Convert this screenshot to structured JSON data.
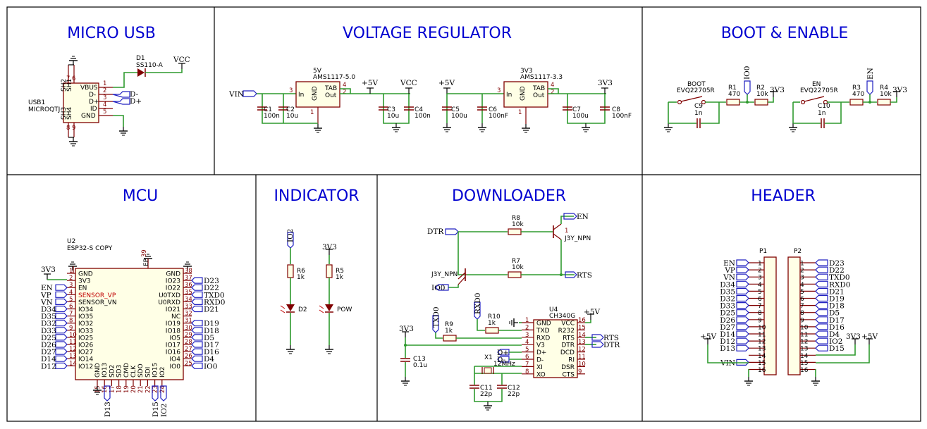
{
  "titles": {
    "micro_usb": "MICRO USB",
    "voltage_regulator": "VOLTAGE REGULATOR",
    "boot_enable": "BOOT & ENABLE",
    "mcu": "MCU",
    "indicator": "INDICATOR",
    "downloader": "DOWNLOADER",
    "header": "HEADER"
  },
  "usb": {
    "ref": "USB1",
    "part": "MICROQTJ",
    "pins": [
      "VBUS",
      "D-",
      "D+",
      "ID",
      "GND"
    ],
    "shield": [
      "SH2",
      "SH1",
      "SH3",
      "SH4"
    ],
    "diode_ref": "D1",
    "diode_part": "SS110-A",
    "vcc": "VCC",
    "dminus": "D-",
    "dplus": "D+"
  },
  "regulator": {
    "vin": "VIN",
    "u5v_val": "5V",
    "u5v_part": "AMS1117-5.0",
    "u3v3_val": "3V3",
    "u3v3_part": "AMS1117-3.3",
    "pin_in": "In",
    "pin_gnd": "GND",
    "pin_tab": "TAB",
    "pin_out": "Out",
    "caps": [
      {
        "ref": "C1",
        "val": "100n"
      },
      {
        "ref": "C2",
        "val": "10u"
      },
      {
        "ref": "C3",
        "val": "10u"
      },
      {
        "ref": "C4",
        "val": "100n"
      },
      {
        "ref": "C5",
        "val": "100u"
      },
      {
        "ref": "C6",
        "val": "100nF"
      },
      {
        "ref": "C7",
        "val": "100u"
      },
      {
        "ref": "C8",
        "val": "100nF"
      }
    ],
    "p5v": "+5V",
    "vcc": "VCC",
    "p3v3": "3V3"
  },
  "boot_enable": {
    "boot_label": "BOOT",
    "boot_part": "EVQ22705R",
    "en_label": "EN",
    "en_part": "EVQ22705R",
    "r1": "R1",
    "r1v": "470",
    "r2": "R2",
    "r2v": "10k",
    "r3": "R3",
    "r3v": "470",
    "r4": "R4",
    "r4v": "10k",
    "c9": "C9",
    "c9v": "1n",
    "c10": "C10",
    "c10v": "1n",
    "io0": "IO0",
    "en": "EN",
    "p3v3": "3V3"
  },
  "mcu": {
    "ref": "U2",
    "part": "ESP32-S COPY",
    "ep": "EP",
    "ep_num": "39",
    "p3v3": "3V3",
    "left_pins": [
      {
        "n": "1",
        "name": "GND",
        "net": ""
      },
      {
        "n": "2",
        "name": "3V3",
        "net": ""
      },
      {
        "n": "3",
        "name": "EN",
        "net": "EN"
      },
      {
        "n": "4",
        "name": "SENSOR_VP",
        "net": "VP"
      },
      {
        "n": "5",
        "name": "SENSOR_VN",
        "net": "VN"
      },
      {
        "n": "6",
        "name": "IO34",
        "net": "D34"
      },
      {
        "n": "7",
        "name": "IO35",
        "net": "D35"
      },
      {
        "n": "8",
        "name": "IO32",
        "net": "D32"
      },
      {
        "n": "9",
        "name": "IO33",
        "net": "D33"
      },
      {
        "n": "10",
        "name": "IO25",
        "net": "D25"
      },
      {
        "n": "11",
        "name": "IO26",
        "net": "D26"
      },
      {
        "n": "12",
        "name": "IO27",
        "net": "D27"
      },
      {
        "n": "13",
        "name": "IO14",
        "net": "D14"
      },
      {
        "n": "14",
        "name": "IO12",
        "net": "D12"
      }
    ],
    "right_pins": [
      {
        "n": "38",
        "name": "GND",
        "net": ""
      },
      {
        "n": "37",
        "name": "IO23",
        "net": "D23"
      },
      {
        "n": "36",
        "name": "IO22",
        "net": "D22"
      },
      {
        "n": "35",
        "name": "U0TXD",
        "net": "TXD0"
      },
      {
        "n": "34",
        "name": "U0RXD",
        "net": "RXD0"
      },
      {
        "n": "33",
        "name": "IO21",
        "net": "D21"
      },
      {
        "n": "32",
        "name": "NC",
        "net": ""
      },
      {
        "n": "31",
        "name": "IO19",
        "net": "D19"
      },
      {
        "n": "30",
        "name": "IO18",
        "net": "D18"
      },
      {
        "n": "29",
        "name": "IO5",
        "net": "D5"
      },
      {
        "n": "28",
        "name": "IO17",
        "net": "D17"
      },
      {
        "n": "27",
        "name": "IO16",
        "net": "D16"
      },
      {
        "n": "26",
        "name": "IO4",
        "net": "D4"
      },
      {
        "n": "25",
        "name": "IO0",
        "net": "IO0"
      }
    ],
    "bottom_pins": [
      {
        "n": "15",
        "name": "GND"
      },
      {
        "n": "16",
        "name": "IO13"
      },
      {
        "n": "17",
        "name": "SD2"
      },
      {
        "n": "18",
        "name": "SD3"
      },
      {
        "n": "19",
        "name": "CMD"
      },
      {
        "n": "20",
        "name": "CLK"
      },
      {
        "n": "21",
        "name": "SDO"
      },
      {
        "n": "22",
        "name": "SDI"
      },
      {
        "n": "23",
        "name": "IO15"
      },
      {
        "n": "24",
        "name": "IO2"
      }
    ],
    "bottom_nets": [
      "D13",
      "D15",
      "IO2"
    ]
  },
  "indicator": {
    "io2": "IO2",
    "p3v3": "3V3",
    "r6": "R6",
    "r6v": "1k",
    "r5": "R5",
    "r5v": "1k",
    "d2": "D2",
    "pow": "POW"
  },
  "downloader": {
    "dtr": "DTR",
    "en": "EN",
    "rts": "RTS",
    "io0": "IO0",
    "r8": "R8",
    "r8v": "10k",
    "r7": "R7",
    "r7v": "10k",
    "q1_part": "J3Y_NPN",
    "q2_part": "J3Y_NPN",
    "q_pin": "1",
    "txd0": "TXD0",
    "rxd0": "RXD0",
    "r9": "R9",
    "r9v": "1k",
    "r10": "R10",
    "r10v": "1k",
    "p3v3": "3V3",
    "p5v": "+5V",
    "c13": "C13",
    "c13v": "0.1u",
    "x1": "X1",
    "x1v": "12MHz",
    "c11": "C11",
    "c11v": "22p",
    "c12": "C12",
    "c12v": "22p",
    "u4_ref": "U4",
    "u4_part": "CH340G",
    "u4_left": [
      {
        "n": "1",
        "name": "GND"
      },
      {
        "n": "2",
        "name": "TXD"
      },
      {
        "n": "3",
        "name": "RXD"
      },
      {
        "n": "4",
        "name": "V3"
      },
      {
        "n": "5",
        "name": "D+"
      },
      {
        "n": "6",
        "name": "D-"
      },
      {
        "n": "7",
        "name": "XI"
      },
      {
        "n": "8",
        "name": "XO"
      }
    ],
    "u4_right": [
      {
        "n": "16",
        "name": "VCC"
      },
      {
        "n": "15",
        "name": "R232"
      },
      {
        "n": "14",
        "name": "RTS"
      },
      {
        "n": "13",
        "name": "DTR"
      },
      {
        "n": "12",
        "name": "DCD"
      },
      {
        "n": "11",
        "name": "RI"
      },
      {
        "n": "10",
        "name": "DSR"
      },
      {
        "n": "9",
        "name": "CTS"
      }
    ],
    "dp": "D+",
    "dm": "D-",
    "rts_out": "RTS",
    "dtr_out": "DTR"
  },
  "header": {
    "p1": "P1",
    "p2": "P2",
    "p1_nets": [
      "EN",
      "VP",
      "VN",
      "D34",
      "D35",
      "D32",
      "D33",
      "D25",
      "D26",
      "D27",
      "D14",
      "D12",
      "D13",
      "",
      "VIN",
      ""
    ],
    "p2_nets": [
      "D23",
      "D22",
      "TXD0",
      "RXD0",
      "D21",
      "D19",
      "D18",
      "D5",
      "D17",
      "D16",
      "D4",
      "IO2",
      "D15",
      "",
      "",
      ""
    ],
    "p5v": "+5V",
    "p3v3": "3V3",
    "p5v_b": "+5V"
  }
}
